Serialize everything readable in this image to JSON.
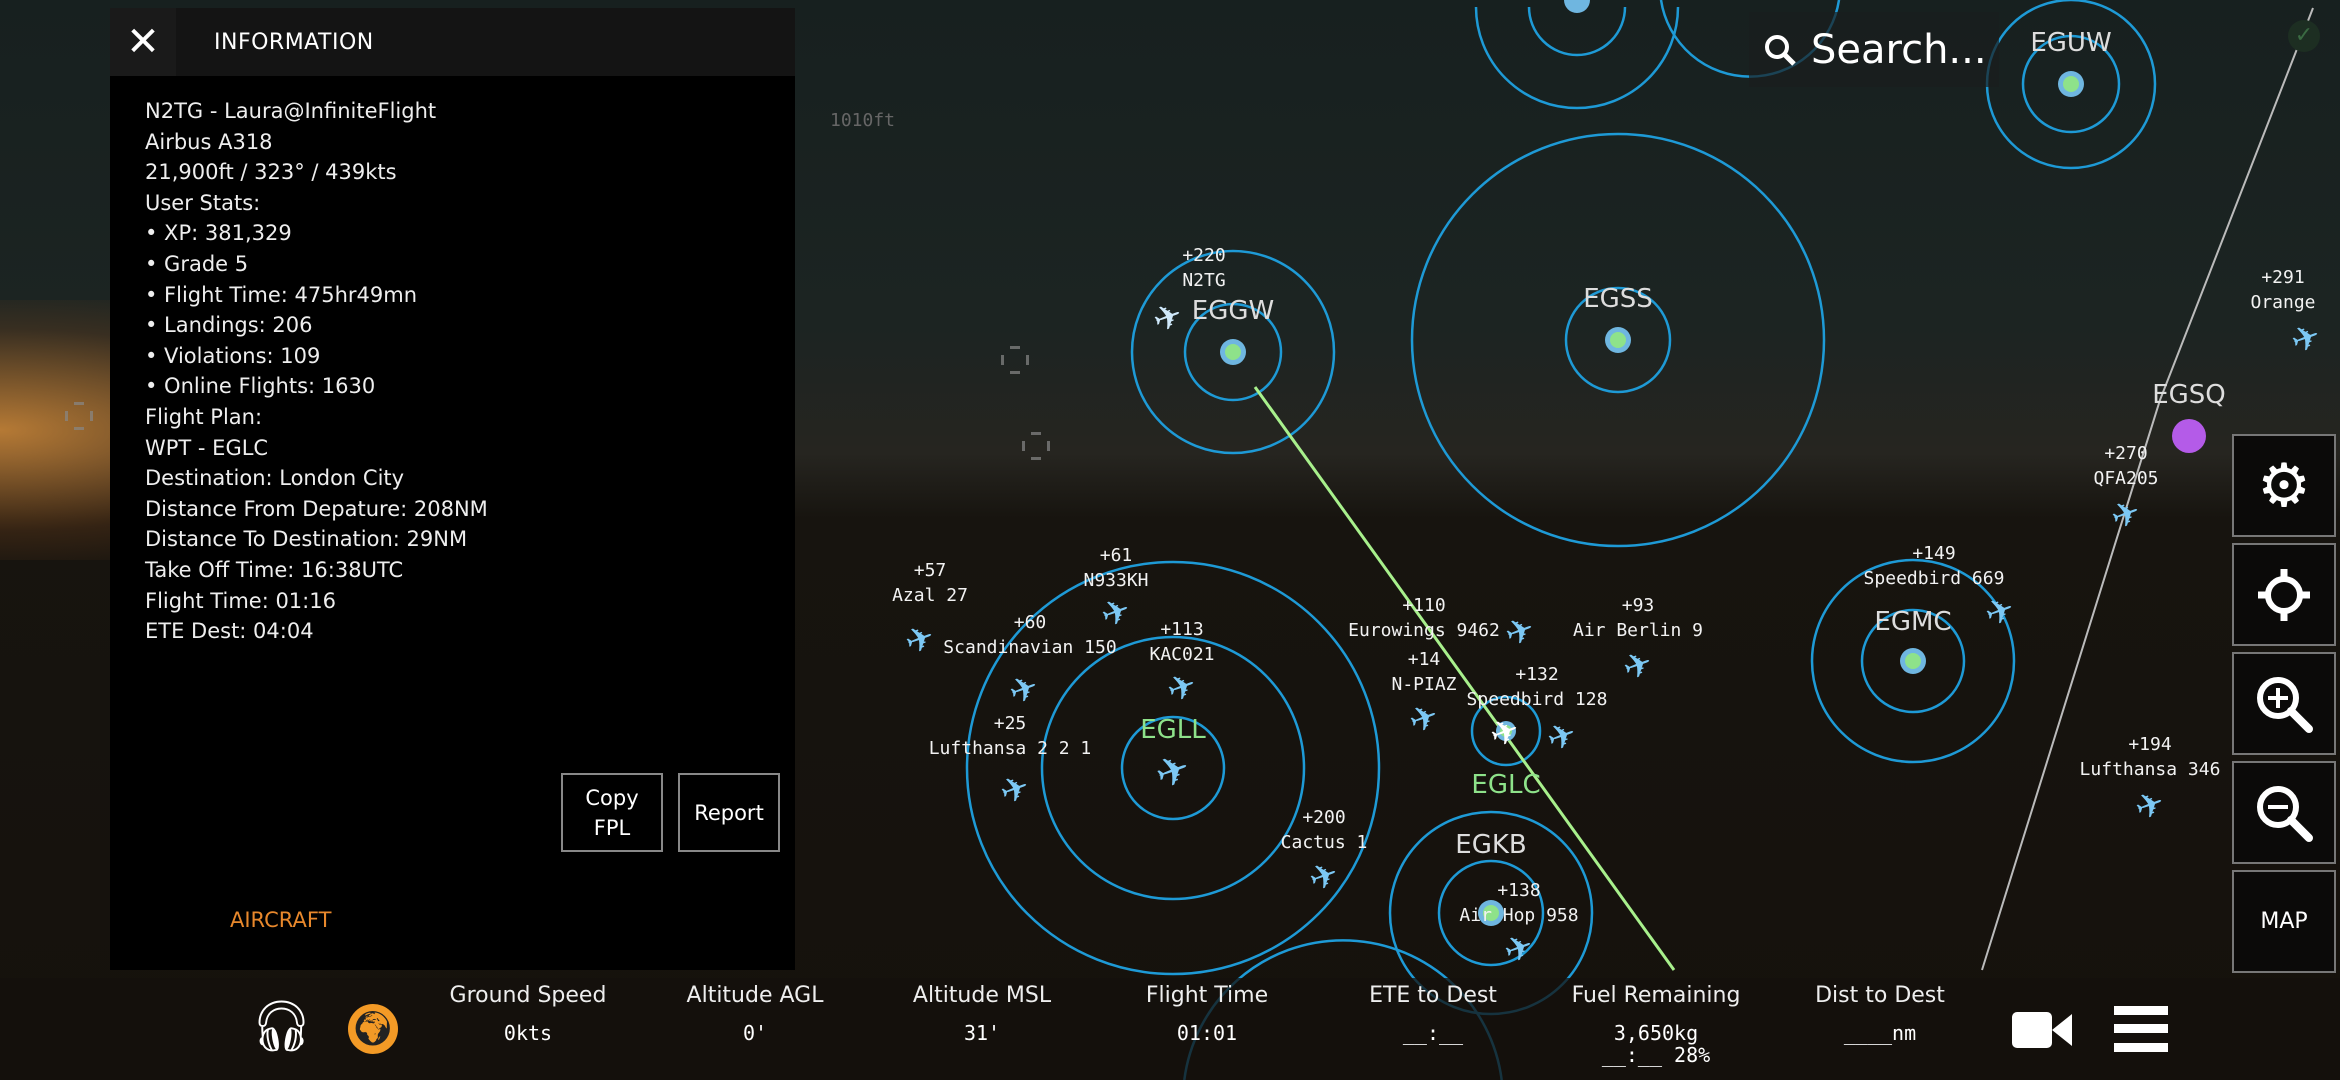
{
  "panel": {
    "title": "INFORMATION",
    "lines": [
      "N2TG - Laura@InfiniteFlight",
      "Airbus A318",
      "21,900ft / 323° / 439kts",
      "User Stats:",
      "• XP: 381,329",
      "•  Grade 5",
      "•  Flight Time: 475hr49mn",
      "•  Landings: 206",
      "• Violations: 109",
      "•  Online Flights: 1630",
      "Flight Plan:",
      "WPT - EGLC",
      "Destination: London City",
      "Distance From Depature: 208NM",
      "Distance To Destination: 29NM",
      "Take Off Time: 16:38UTC",
      "Flight Time: 01:16",
      "ETE Dest: 04:04"
    ],
    "copy_fpl": "Copy\nFPL",
    "report": "Report",
    "aircraft_tab": "AIRCRAFT"
  },
  "faint_altitude": "1010ft",
  "search": {
    "placeholder": "Search..."
  },
  "airports": [
    "EGGW",
    "EGSS",
    "EGUW",
    "EGLL",
    "EGLC",
    "EGMC",
    "EGKB",
    "EGSQ"
  ],
  "aircraft": [
    {
      "alt": "+220",
      "callsign": "N2TG"
    },
    {
      "alt": "+291",
      "callsign": "Orange"
    },
    {
      "alt": "+270",
      "callsign": "QFA205"
    },
    {
      "alt": "+149",
      "callsign": "Speedbird 669"
    },
    {
      "alt": "+194",
      "callsign": "Lufthansa 346"
    },
    {
      "alt": "+93",
      "callsign": "Air Berlin 9"
    },
    {
      "alt": "+110",
      "callsign": "Eurowings 9462"
    },
    {
      "alt": "+14",
      "callsign": "N-PIAZ"
    },
    {
      "alt": "+132",
      "callsign": "Speedbird 128"
    },
    {
      "alt": "+61",
      "callsign": "N933KH"
    },
    {
      "alt": "+113",
      "callsign": "KAC021"
    },
    {
      "alt": "+60",
      "callsign": "Scandinavian 150"
    },
    {
      "alt": "+57",
      "callsign": "Azal 27"
    },
    {
      "alt": "+25",
      "callsign": "Lufthansa 2 2 1"
    },
    {
      "alt": "+200",
      "callsign": "Cactus 1"
    },
    {
      "alt": "+138",
      "callsign": "Air Hop 958"
    }
  ],
  "stats": [
    {
      "label": "Ground Speed",
      "value": "0kts"
    },
    {
      "label": "Altitude AGL",
      "value": "0'"
    },
    {
      "label": "Altitude MSL",
      "value": "31'"
    },
    {
      "label": "Flight Time",
      "value": "01:01"
    },
    {
      "label": "ETE to Dest",
      "value": "__:__"
    },
    {
      "label": "Fuel Remaining",
      "value": "3,650kg",
      "value2": "__:__ 28%"
    },
    {
      "label": "Dist to Dest",
      "value": "____nm"
    }
  ],
  "map_button": "MAP",
  "colors": {
    "ring": "#1e9ad6",
    "plane": "#7cc8f4",
    "route": "#a8f08c",
    "accent": "#f39a26",
    "egsq": "#b45be8"
  }
}
